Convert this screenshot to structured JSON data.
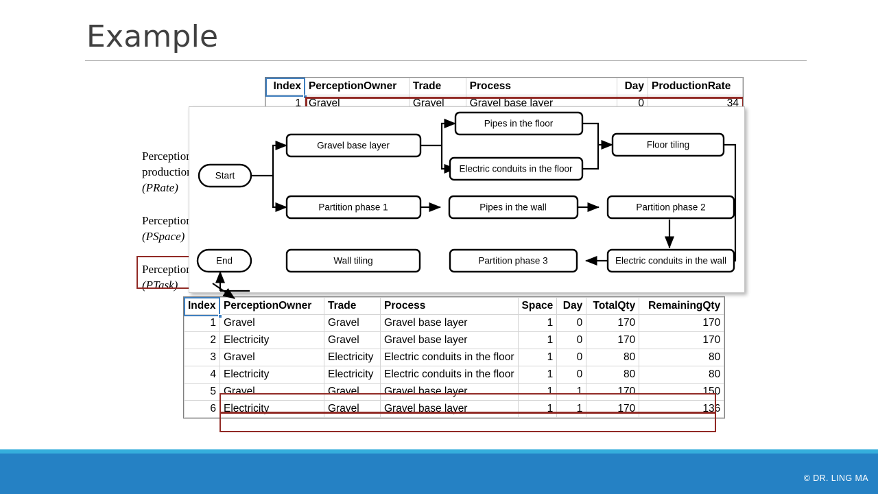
{
  "slide": {
    "title": "Example",
    "copyright": "© DR. LING MA"
  },
  "perception_labels": {
    "rate": {
      "line1": "Perception",
      "line2": "production",
      "line3": "(PRate)"
    },
    "space": {
      "line1": "Perception",
      "line2": "(PSpace)"
    },
    "task": {
      "line1": "Perception",
      "line2": "(PTask)"
    }
  },
  "top_table": {
    "columns": [
      "Index",
      "PerceptionOwner",
      "Trade",
      "Process",
      "Day",
      "ProductionRate"
    ],
    "rows": [
      {
        "index": "1",
        "owner": "Gravel",
        "trade": "Gravel",
        "process": "Gravel base layer",
        "day": "0",
        "rate": "34"
      }
    ]
  },
  "bottom_table": {
    "columns": [
      "Index",
      "PerceptionOwner",
      "Trade",
      "Process",
      "Space",
      "Day",
      "TotalQty",
      "RemainingQty"
    ],
    "rows": [
      {
        "index": "1",
        "owner": "Gravel",
        "trade": "Gravel",
        "process": "Gravel base layer",
        "space": "1",
        "day": "0",
        "total": "170",
        "remaining": "170",
        "highlight": false
      },
      {
        "index": "2",
        "owner": "Electricity",
        "trade": "Gravel",
        "process": "Gravel base layer",
        "space": "1",
        "day": "0",
        "total": "170",
        "remaining": "170",
        "highlight": false
      },
      {
        "index": "3",
        "owner": "Gravel",
        "trade": "Electricity",
        "process": "Electric conduits in the floor",
        "space": "1",
        "day": "0",
        "total": "80",
        "remaining": "80",
        "highlight": false
      },
      {
        "index": "4",
        "owner": "Electricity",
        "trade": "Electricity",
        "process": "Electric conduits in the floor",
        "space": "1",
        "day": "0",
        "total": "80",
        "remaining": "80",
        "highlight": false
      },
      {
        "index": "5",
        "owner": "Gravel",
        "trade": "Gravel",
        "process": "Gravel base layer",
        "space": "1",
        "day": "1",
        "total": "170",
        "remaining": "150",
        "highlight": true
      },
      {
        "index": "6",
        "owner": "Electricity",
        "trade": "Gravel",
        "process": "Gravel base layer",
        "space": "1",
        "day": "1",
        "total": "170",
        "remaining": "136",
        "highlight": true
      }
    ]
  },
  "diagram": {
    "nodes": {
      "start": "Start",
      "gravel_base_layer": "Gravel base layer",
      "pipes_floor": "Pipes in the floor",
      "electric_conduits_floor": "Electric conduits in the floor",
      "floor_tiling": "Floor tiling",
      "partition_phase_1": "Partition phase 1",
      "pipes_wall": "Pipes in the wall",
      "partition_phase_2": "Partition phase 2",
      "electric_conduits_wall": "Electric conduits in the wall",
      "partition_phase_3": "Partition phase 3",
      "wall_tiling": "Wall tiling",
      "end": "End"
    }
  },
  "colors": {
    "banner": "#2581c4",
    "banner_accent": "#35aedc",
    "highlight_red": "#912a25",
    "selection_blue": "#3f7fbf",
    "title_gray": "#404040"
  }
}
